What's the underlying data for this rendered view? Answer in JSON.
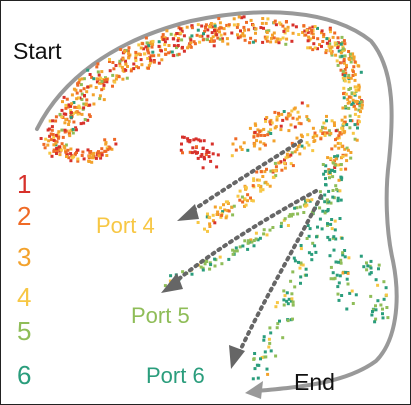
{
  "labels": {
    "start": "Start",
    "end": "End"
  },
  "legend": [
    {
      "label": "1",
      "color": "#d7312b"
    },
    {
      "label": "2",
      "color": "#ef6a26"
    },
    {
      "label": "3",
      "color": "#f3a22c"
    },
    {
      "label": "4",
      "color": "#f7c744"
    },
    {
      "label": "5",
      "color": "#8fbd58"
    },
    {
      "label": "6",
      "color": "#2a9d7c"
    }
  ],
  "ports": [
    {
      "label": "Port 4",
      "color": "#f7c744"
    },
    {
      "label": "Port 5",
      "color": "#8fbd58"
    },
    {
      "label": "Port 6",
      "color": "#2a9d7c"
    }
  ],
  "colors": {
    "outline": "#999999",
    "arrow": "#666666"
  }
}
